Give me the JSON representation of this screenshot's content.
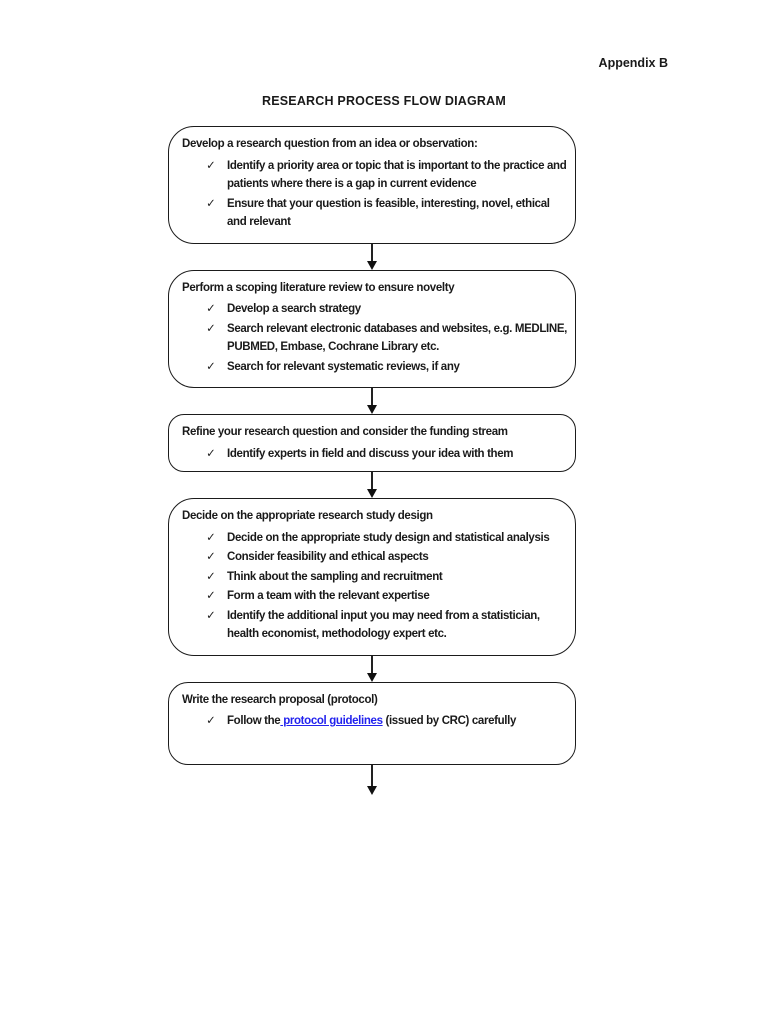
{
  "page": {
    "appendix_label": "Appendix B",
    "title": "RESEARCH PROCESS FLOW DIAGRAM"
  },
  "colors": {
    "link_blue": "#2222ee",
    "ink": "#1a1a1a"
  },
  "icons": {
    "checkmark": "✓"
  },
  "flow": {
    "boxes": [
      {
        "header": "Develop a research question from an idea or observation:",
        "bullets": [
          "Identify a priority area or topic that is important to the practice and patients where there is a gap in current evidence",
          "Ensure that your question is feasible, interesting, novel, ethical and relevant"
        ]
      },
      {
        "header": "Perform a scoping literature review to ensure novelty",
        "bullets": [
          "Develop a search strategy",
          "Search relevant electronic databases and websites, e.g. MEDLINE, PUBMED, Embase, Cochrane Library etc.",
          "Search for relevant systematic reviews, if any"
        ]
      },
      {
        "header": "Refine your research question and consider the funding stream",
        "bullets": [
          "Identify experts in field and discuss your idea with them"
        ]
      },
      {
        "header": "Decide on the appropriate research study design",
        "bullets": [
          "Decide on the appropriate study design and statistical analysis",
          "Consider feasibility and ethical aspects",
          "Think about the sampling and recruitment",
          "Form a team with the relevant expertise",
          "Identify the additional input you may need from a statistician, health economist, methodology expert etc."
        ]
      },
      {
        "header": "Write the research proposal (protocol)",
        "bullets": [
          {
            "parts": [
              {
                "text": "Follow the"
              },
              {
                "text": " protocol guidelines",
                "type": "link"
              },
              {
                "text": " (issued by CRC) carefully"
              }
            ]
          }
        ]
      }
    ]
  }
}
